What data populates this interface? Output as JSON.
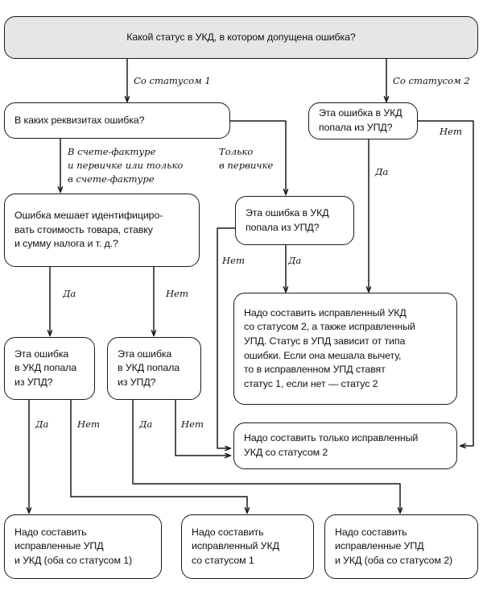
{
  "diagram": {
    "title_node": "Какой статус в УКД, в котором допущена ошибка?",
    "nodes": {
      "q_root": "Какой статус в УКД, в котором допущена ошибка?",
      "q_requisites": "В каких реквизитах ошибка?",
      "q_upd_right": "Эта ошибка в УКД\nпопала из УПД?",
      "q_hinders": "Ошибка мешает идентифициро-\nвать стоимость товара, ставку\nи сумму налога и т. д.?",
      "q_upd_mid": "Эта ошибка в УКД\nпопала из УПД?",
      "q_upd_left1": "Эта ошибка\nв УКД попала\nиз УПД?",
      "q_upd_left2": "Эта ошибка\nв УКД попала\nиз УПД?",
      "r_big": "Надо составить исправленный УКД\nсо статусом 2, а также исправленный\nУПД. Статус в УПД зависит от типа\nошибки. Если она мешала вычету,\nто в исправленном УПД ставят\nстатус 1, если нет — статус 2",
      "r_only_ukd2": "Надо составить только исправленный\nУКД со статусом 2",
      "r_bottom1": "Надо составить\nисправленные УПД\nи УКД (оба со статусом 1)",
      "r_bottom2": "Надо составить\nисправленный УКД\nсо статусом 1",
      "r_bottom3": "Надо составить\nисправленные УПД\nи УКД (оба со статусом 2)"
    },
    "edge_labels": {
      "status1": "Со статусом 1",
      "status2": "Со статусом 2",
      "invoice_and_primary": "В счете-фактуре\nи первичке или только\nв счете-фактуре",
      "only_primary": "Только\nв первичке",
      "net_right": "Нет",
      "da_right": "Да",
      "da_hinders": "Да",
      "net_hinders": "Нет",
      "net_mid": "Нет",
      "da_mid": "Да",
      "da_left1": "Да",
      "net_left1": "Нет",
      "da_left2": "Да",
      "net_left2": "Нет"
    },
    "colors": {
      "stroke": "#1a1a1a",
      "shaded_fill": "#e6e6e6",
      "node_fill": "#ffffff",
      "text": "#111111",
      "background": "#ffffff"
    }
  }
}
